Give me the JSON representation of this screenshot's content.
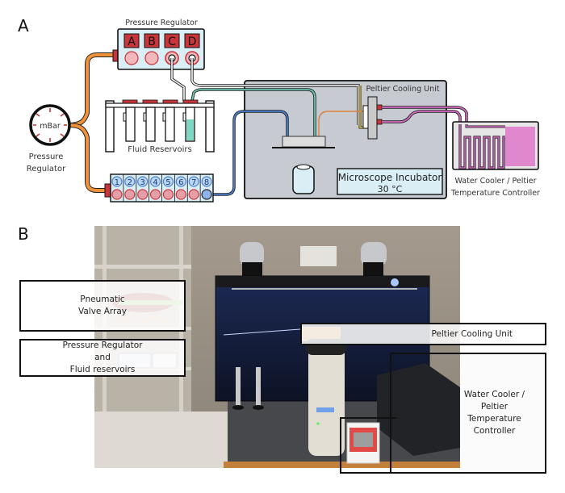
{
  "panel_a": {
    "letter": "A",
    "pressure_regulator_box": {
      "title": "Pressure Regulator",
      "channels": [
        "A",
        "B",
        "C",
        "D"
      ]
    },
    "gauge": {
      "unit": "mBar",
      "label_line1": "Pressure",
      "label_line2": "Regulator"
    },
    "fluid_reservoirs": {
      "label": "Fluid Reservoirs"
    },
    "valve_manifold": {
      "ports": [
        "1",
        "2",
        "3",
        "4",
        "5",
        "6",
        "7",
        "8"
      ]
    },
    "incubator": {
      "title": "Microscope Incubator",
      "temperature": "30 °C"
    },
    "peltier": {
      "label": "Peltier Cooling Unit"
    },
    "water_cooler": {
      "label_line1": "Water Cooler / Peltier",
      "label_line2": "Temperature Controller"
    },
    "colors": {
      "regulator_box": "#d9eef5",
      "channel_red": "#c8363b",
      "channel_light": "#f2b8bb",
      "orange_tube": "#f0923a",
      "blue_tube": "#4a7fd0",
      "green_tube": "#6ac7b0",
      "pink_tube": "#d86ac4",
      "incubator_grey": "#c7cbd1",
      "cooler_fill": "#df88ce",
      "reservoir_fluid": "#7fd6c3"
    }
  },
  "panel_b": {
    "letter": "B",
    "callouts": {
      "valve_array": "Pneumatic\nValve Array",
      "regulator_reservoirs": "Pressure Regulator\nand\nFluid reservoirs",
      "peltier": "Peltier Cooling Unit",
      "water_cooler": "Water Cooler / Peltier\nTemperature Controller"
    }
  }
}
